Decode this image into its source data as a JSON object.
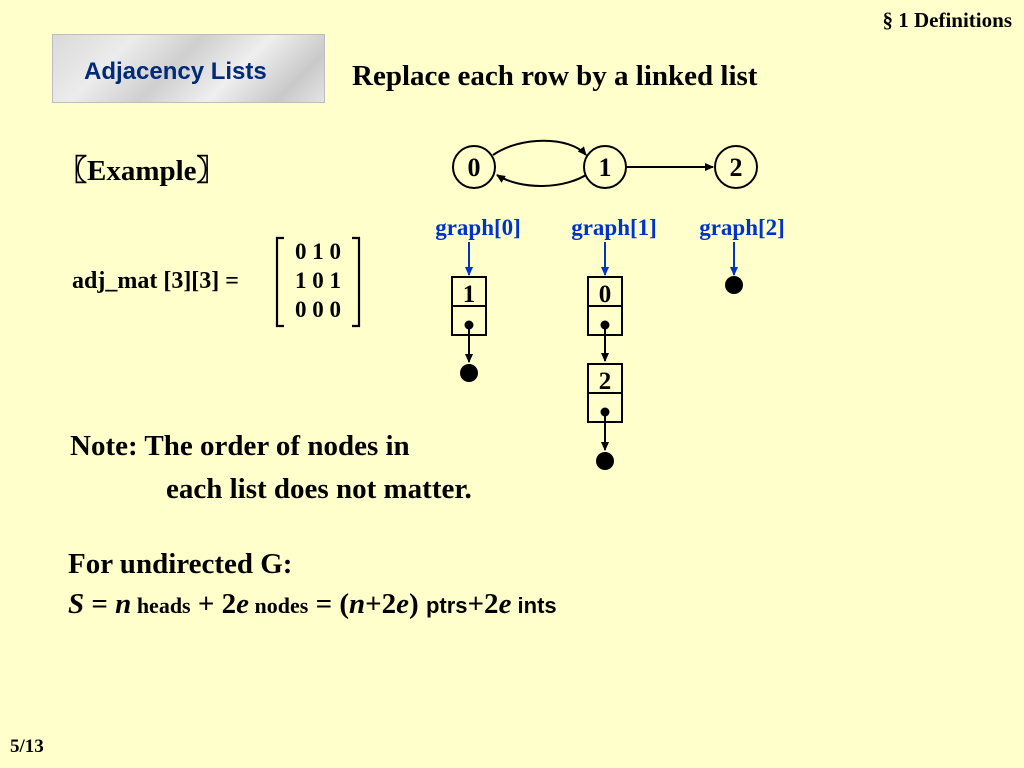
{
  "header": {
    "section": "§ 1  Definitions",
    "title": "Adjacency Lists",
    "subtitle": "Replace each row by a linked list"
  },
  "example": {
    "label": "〖Example〗",
    "matrix_label": "adj_mat [3][3] =",
    "matrix_rows": [
      "0 1 0",
      "1 0 1",
      "0 0 0"
    ]
  },
  "graph": {
    "nodes": [
      "0",
      "1",
      "2"
    ],
    "heads": [
      "graph[0]",
      "graph[1]",
      "graph[2]"
    ],
    "list0": [
      "1"
    ],
    "list1": [
      "0",
      "2"
    ],
    "head_color": "#0033cc"
  },
  "note": {
    "line1": "Note:  The order of nodes in",
    "line2": "each list does not matter."
  },
  "undirected": {
    "title": "For undirected G:",
    "S": "S",
    "eq1": " = ",
    "n1": "n",
    "heads": " heads",
    "plus1": " + 2",
    "e1": "e",
    "nodes": " nodes",
    "eq2": "  = (",
    "n2": "n",
    "plus2": "+2",
    "e2": "e",
    "close": ") ",
    "ptr_text": "ptrs",
    "plus3": "+2",
    "e3": "e",
    "int_text": " ints"
  },
  "footer": {
    "page": "5/13"
  }
}
